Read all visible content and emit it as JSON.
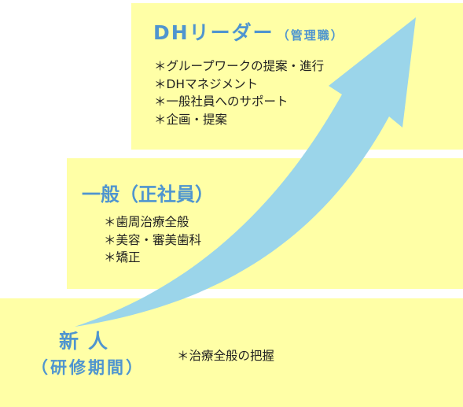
{
  "colors": {
    "block_fill": "#ffffa6",
    "arrow": "#9bd5ea",
    "title": "#4f95cf"
  },
  "leader": {
    "title": "DHリーダー",
    "subtitle": "（管理職）",
    "items": [
      "＊グループワークの提案・進行",
      "＊DHマネジメント",
      "＊一般社員へのサポート",
      "＊企画・提案"
    ]
  },
  "general": {
    "title": "一般（正社員）",
    "items": [
      "＊歯周治療全般",
      "＊美容・審美歯科",
      "＊矯正"
    ]
  },
  "newcomer": {
    "title_line1": "新人",
    "title_line2": "（研修期間）",
    "items": [
      "＊治療全般の把握"
    ]
  }
}
